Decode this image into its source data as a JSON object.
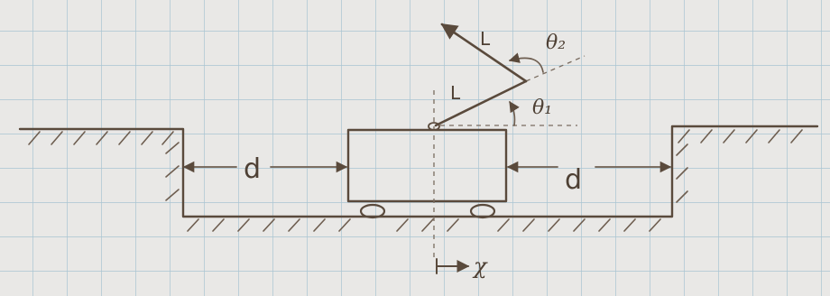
{
  "diagram": {
    "labels": {
      "link_upper": "L",
      "link_lower": "L",
      "theta_2": "θ₂",
      "theta_1": "θ₁",
      "gap_left": "d",
      "gap_right": "d",
      "axis_x": "χ"
    },
    "colors": {
      "paper": "#e9e8e6",
      "grid": "#a9c4d2",
      "ink": "#5a4a3c"
    }
  }
}
